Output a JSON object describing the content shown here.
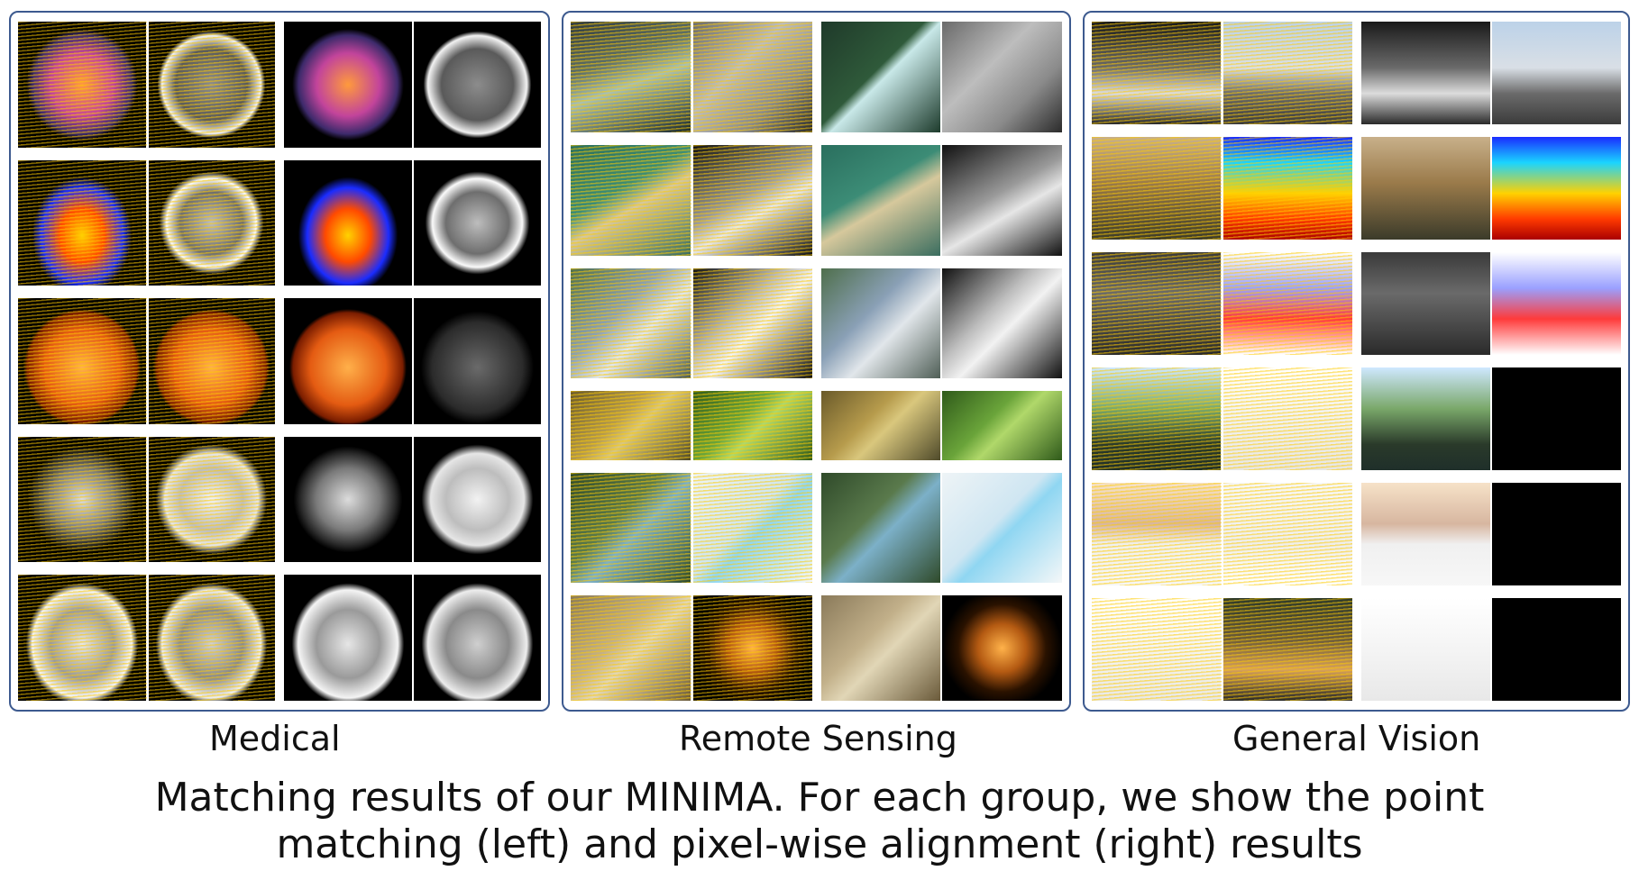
{
  "panels": [
    {
      "id": "medical",
      "label": "Medical"
    },
    {
      "id": "remote",
      "label": "Remote Sensing"
    },
    {
      "id": "general",
      "label": "General Vision"
    }
  ],
  "caption": {
    "line1": "Matching results of our MINIMA. For each group, we show the point",
    "line2": "matching (left) and pixel-wise alignment (right) results"
  },
  "colors": {
    "panel_border": "#3d5a8f",
    "match_lines": "#ffcc00"
  }
}
